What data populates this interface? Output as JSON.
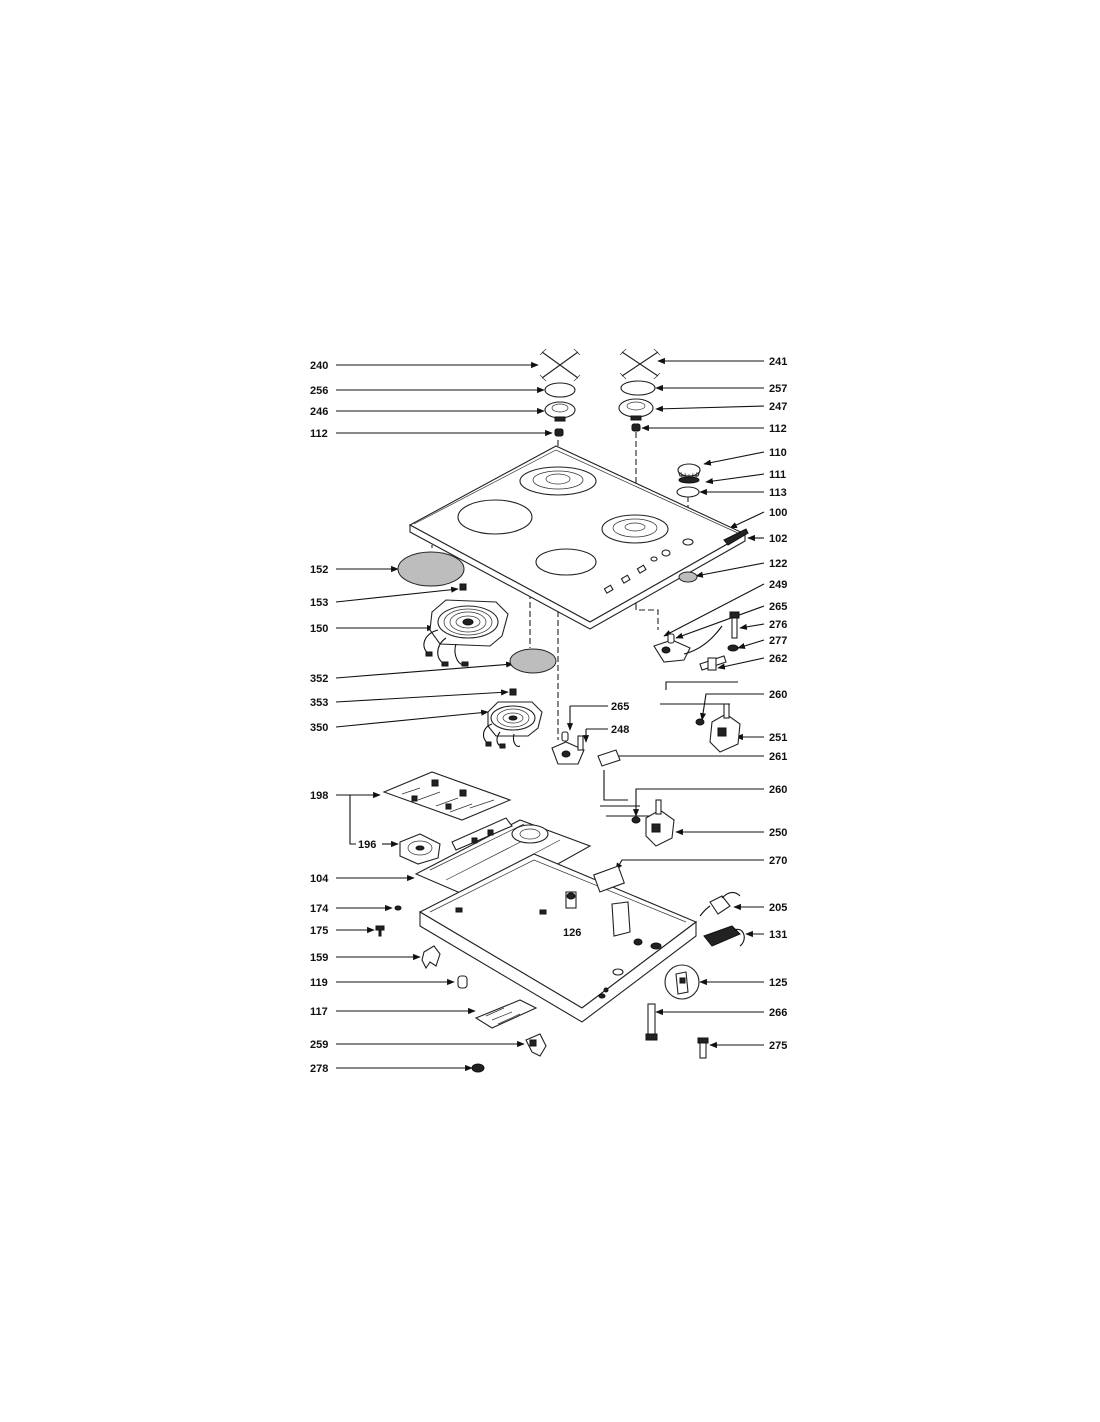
{
  "labels_left": {
    "l240": "240",
    "l256": "256",
    "l246": "246",
    "l112": "112",
    "l152": "152",
    "l153": "153",
    "l150": "150",
    "l352": "352",
    "l353": "353",
    "l350": "350",
    "l198": "198",
    "l196": "196",
    "l104": "104",
    "l174": "174",
    "l175": "175",
    "l159": "159",
    "l119": "119",
    "l117": "117",
    "l259": "259",
    "l278": "278"
  },
  "labels_right": {
    "r241": "241",
    "r257": "257",
    "r247": "247",
    "r112": "112",
    "r110": "110",
    "r111": "111",
    "r113": "113",
    "r100": "100",
    "r102": "102",
    "r122": "122",
    "r249": "249",
    "r265": "265",
    "r276": "276",
    "r277": "277",
    "r262": "262",
    "r260a": "260",
    "r251": "251",
    "r261": "261",
    "r260b": "260",
    "r250": "250",
    "r270": "270",
    "r205": "205",
    "r131": "131",
    "r125": "125",
    "r266": "266",
    "r275": "275"
  },
  "labels_inner": {
    "i265": "265",
    "i248": "248",
    "i126": "126"
  }
}
